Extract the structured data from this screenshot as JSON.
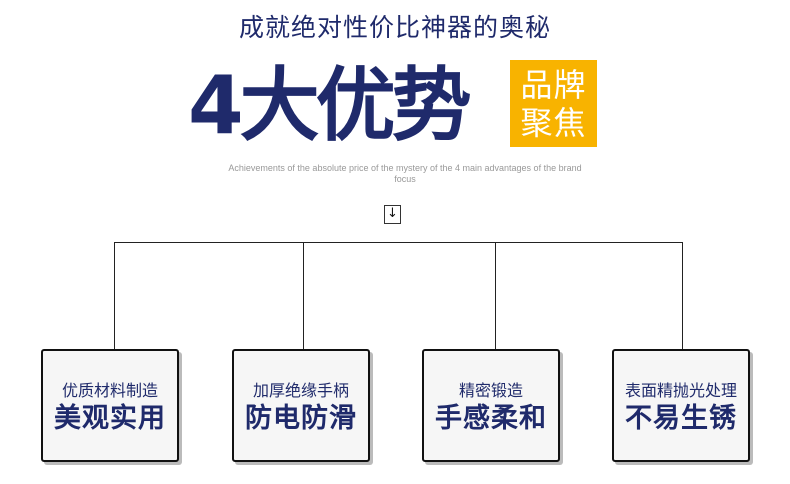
{
  "header": {
    "subtitle": "成就绝对性价比神器的奥秘",
    "headline": "4大优势",
    "badge_line1": "品牌",
    "badge_line2": "聚焦",
    "caption": "Achievements of the absolute price of the mystery of the 4 main advantages of the brand focus"
  },
  "arrow_glyph": "↓",
  "features": [
    {
      "small": "优质材料制造",
      "big": "美观实用"
    },
    {
      "small": "加厚绝缘手柄",
      "big": "防电防滑"
    },
    {
      "small": "精密锻造",
      "big": "手感柔和"
    },
    {
      "small": "表面精抛光处理",
      "big": "不易生锈"
    }
  ],
  "colors": {
    "navy": "#1f2a6b",
    "badge": "#f8b300"
  }
}
